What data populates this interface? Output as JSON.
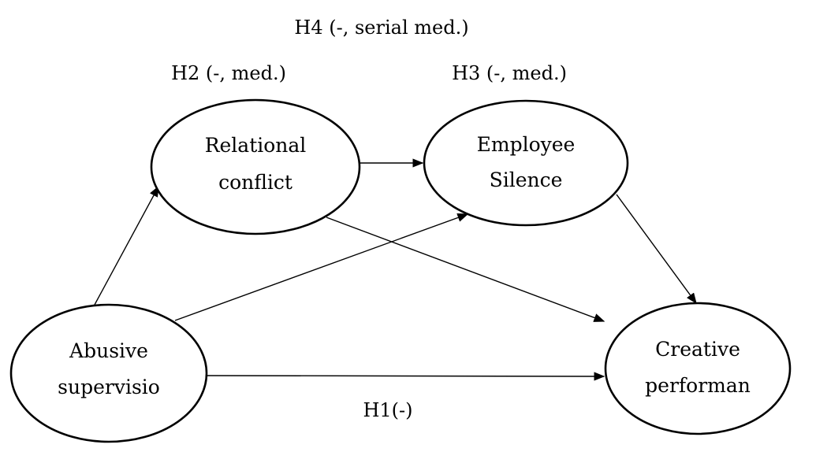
{
  "nodes": {
    "abusive_supervision": {
      "line1": "Abusive",
      "line2": "supervisio"
    },
    "relational_conflict": {
      "line1": "Relational",
      "line2": "conflict"
    },
    "employee_silence": {
      "line1": "Employee",
      "line2": "Silence"
    },
    "creative_performance": {
      "line1": "Creative",
      "line2": "performan"
    }
  },
  "hypotheses": {
    "h1": "H1(-)",
    "h2": "H2 (-, med.)",
    "h3": "H3 (-, med.)",
    "h4": "H4 (-, serial med.)"
  },
  "colors": {
    "stroke": "#000000",
    "background": "#ffffff"
  }
}
